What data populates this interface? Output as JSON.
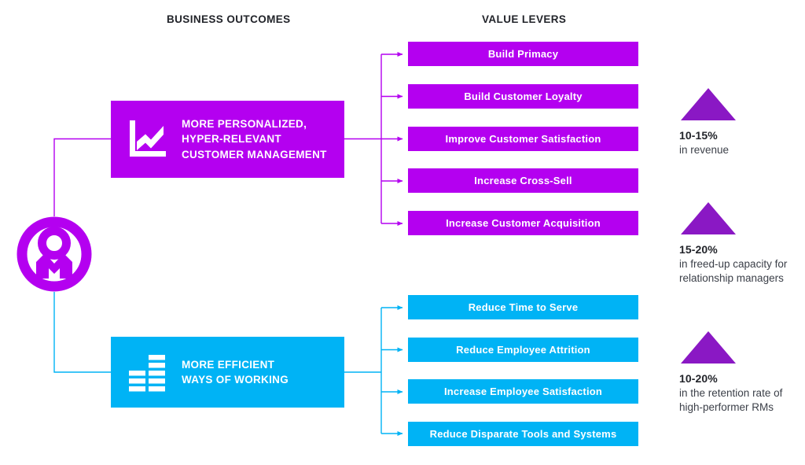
{
  "headers": {
    "business_outcomes": "BUSINESS OUTCOMES",
    "value_levers": "VALUE LEVERS"
  },
  "colors": {
    "purple": "#b400f0",
    "blue": "#00b3f5",
    "triangle_purple": "#8a18c4",
    "text_dark": "#22242a",
    "text_body": "#3c4049",
    "white": "#ffffff"
  },
  "center_node": {
    "icon": "person-in-circle-icon"
  },
  "outcomes": [
    {
      "id": "personalized-customer-management",
      "label": "MORE PERSONALIZED,\nHYPER-RELEVANT\nCUSTOMER MANAGEMENT",
      "color": "#b400f0",
      "icon": "line-chart-icon"
    },
    {
      "id": "efficient-ways-of-working",
      "label": "MORE EFFICIENT\nWAYS OF WORKING",
      "color": "#00b3f5",
      "icon": "bar-chart-icon"
    }
  ],
  "levers": {
    "purple": [
      {
        "label": "Build Primacy"
      },
      {
        "label": "Build Customer Loyalty"
      },
      {
        "label": "Improve Customer Satisfaction"
      },
      {
        "label": "Increase Cross-Sell"
      },
      {
        "label": "Increase Customer Acquisition"
      }
    ],
    "blue": [
      {
        "label": "Reduce Time to Serve"
      },
      {
        "label": "Reduce Employee Attrition"
      },
      {
        "label": "Increase Employee Satisfaction"
      },
      {
        "label": "Reduce Disparate Tools and Systems"
      }
    ]
  },
  "metrics": [
    {
      "id": "revenue",
      "value": "10-15%",
      "description": "in revenue",
      "icon": "up-triangle-icon"
    },
    {
      "id": "freed-up-capacity",
      "value": "15-20%",
      "description": "in freed-up capacity for\nrelationship managers",
      "icon": "up-triangle-icon"
    },
    {
      "id": "retention-rate",
      "value": "10-20%",
      "description": "in the retention rate of\nhigh-performer RMs",
      "icon": "up-triangle-icon"
    }
  ]
}
